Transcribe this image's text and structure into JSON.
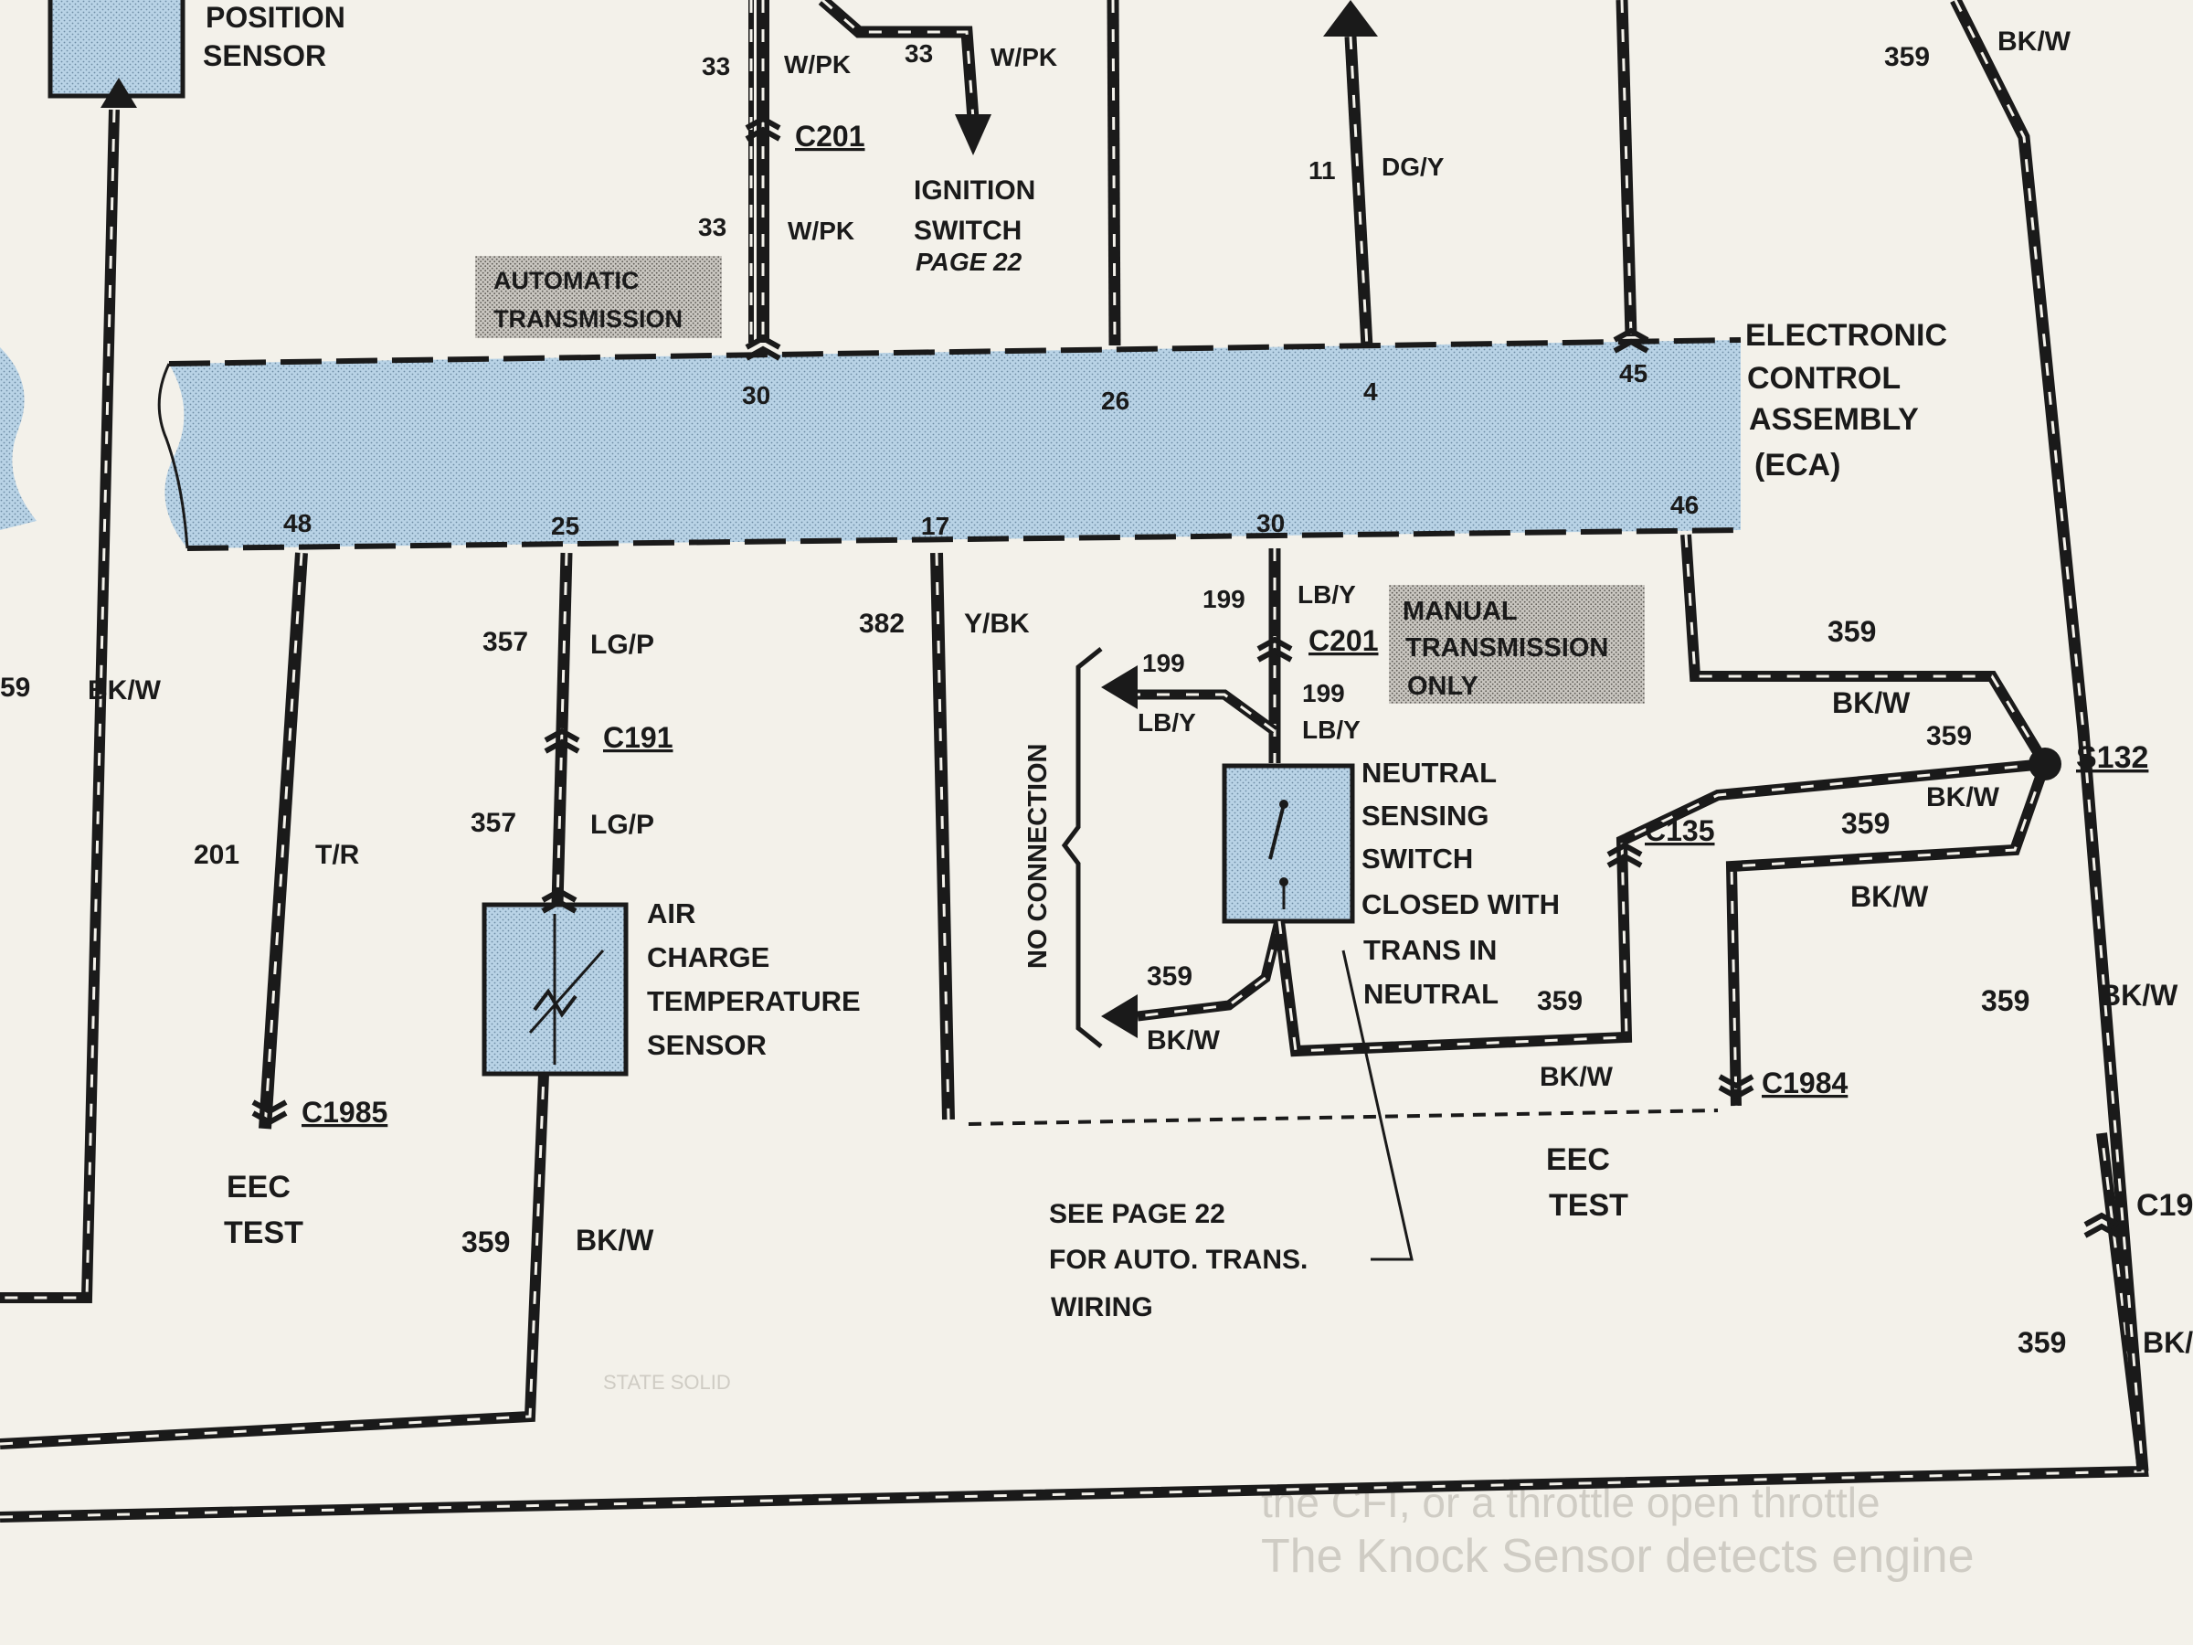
{
  "colors": {
    "paper": "#f3f1ea",
    "ink": "#1a1a1a",
    "module_fill": "#b9d3e6",
    "note_fill": "#c9c6c0",
    "ghost_text": "#cfccc4"
  },
  "components": {
    "position_sensor": [
      "POSITION",
      "SENSOR"
    ],
    "eca": [
      "ELECTRONIC",
      "CONTROL",
      "ASSEMBLY",
      "(ECA)"
    ],
    "automatic_transmission": [
      "AUTOMATIC",
      "TRANSMISSION"
    ],
    "manual_transmission_only": [
      "MANUAL",
      "TRANSMISSION",
      "ONLY"
    ],
    "ignition_switch": [
      "IGNITION",
      "SWITCH",
      "PAGE 22"
    ],
    "air_charge_temp_sensor": [
      "AIR",
      "CHARGE",
      "TEMPERATURE",
      "SENSOR"
    ],
    "neutral_sensing_switch": [
      "NEUTRAL",
      "SENSING",
      "SWITCH",
      "CLOSED WITH",
      "TRANS IN",
      "NEUTRAL"
    ],
    "no_connection": "NO CONNECTION",
    "eec_test_left": [
      "EEC",
      "TEST"
    ],
    "eec_test_right": [
      "EEC",
      "TEST"
    ],
    "see_page_note": [
      "SEE PAGE 22",
      "FOR AUTO. TRANS.",
      "WIRING"
    ]
  },
  "pins": {
    "top": [
      "30",
      "26",
      "4",
      "45"
    ],
    "bottom": [
      "48",
      "25",
      "17",
      "30",
      "46"
    ]
  },
  "connectors": [
    "C201",
    "C201",
    "C191",
    "C1985",
    "C135",
    "C1984",
    "S132",
    "C19"
  ],
  "wires": [
    {
      "circuit": "33",
      "color": "W/PK"
    },
    {
      "circuit": "33",
      "color": "W/PK"
    },
    {
      "circuit": "33",
      "color": "W/PK"
    },
    {
      "circuit": "11",
      "color": "DG/Y"
    },
    {
      "circuit": "359",
      "color": "BK/W"
    },
    {
      "circuit": "59",
      "color": "BK/W"
    },
    {
      "circuit": "357",
      "color": "LG/P"
    },
    {
      "circuit": "357",
      "color": "LG/P"
    },
    {
      "circuit": "201",
      "color": "T/R"
    },
    {
      "circuit": "382",
      "color": "Y/BK"
    },
    {
      "circuit": "199",
      "color": "LB/Y"
    },
    {
      "circuit": "199",
      "color": "LB/Y"
    },
    {
      "circuit": "199",
      "color": "LB/Y"
    },
    {
      "circuit": "359",
      "color": "BK/W"
    },
    {
      "circuit": "359",
      "color": "BK/W"
    },
    {
      "circuit": "359",
      "color": "BK/W"
    },
    {
      "circuit": "359",
      "color": "BK/W"
    },
    {
      "circuit": "359",
      "color": "BK/W"
    },
    {
      "circuit": "359",
      "color": "BK/W"
    },
    {
      "circuit": "359",
      "color": "BK/W"
    },
    {
      "circuit": "359",
      "color": "BK/"
    }
  ],
  "background_text": {
    "lower_right": [
      "The Knock Sensor detects engine",
      "the CFI, or a throttle open throttle"
    ],
    "stats": "STATE SOLID"
  }
}
